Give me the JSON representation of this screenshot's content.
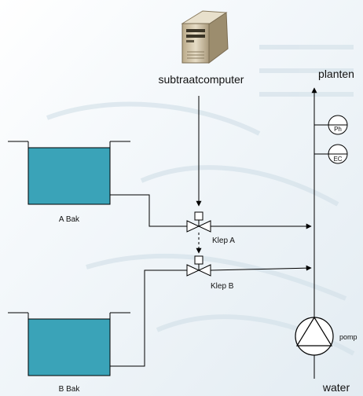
{
  "labels": {
    "computer": "subtraatcomputer",
    "outlet": "planten",
    "inlet": "water",
    "pump": "pomp",
    "ph_sensor": "Ph",
    "ec_sensor": "EC",
    "tank_a": "A Bak",
    "tank_b": "B Bak",
    "valve_a": "Klep A",
    "valve_b": "Klep B"
  },
  "colors": {
    "tank_water": "#3aa3b8",
    "line": "#000000",
    "computer_body": "#c9b99a"
  },
  "icons": {
    "computer": "server-tower-icon",
    "pump": "centrifugal-pump-icon",
    "valve": "two-way-valve-icon"
  }
}
